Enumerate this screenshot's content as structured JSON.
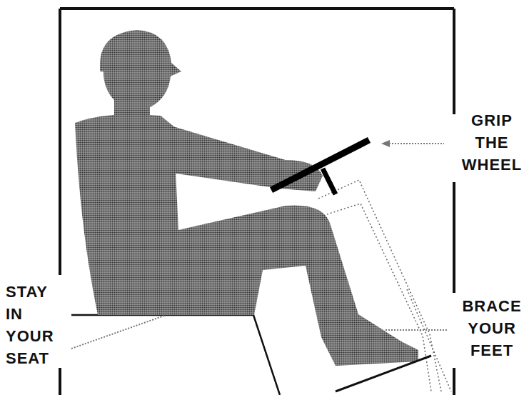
{
  "diagram": {
    "labels": [
      "GRIP THE WHEEL",
      "STAY IN YOUR SEAT",
      "BRACE YOUR FEET"
    ]
  }
}
